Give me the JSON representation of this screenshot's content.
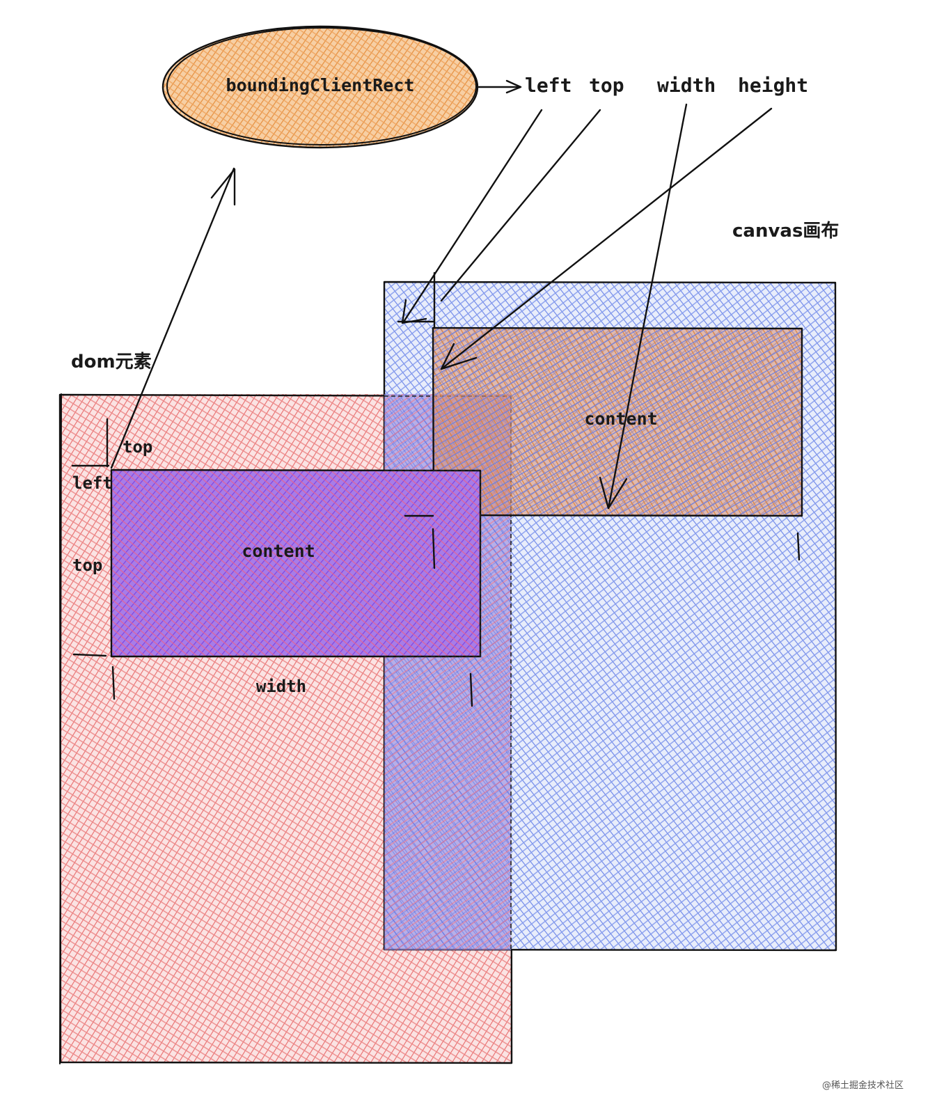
{
  "ellipse": {
    "label": "boundingClientRect",
    "fill": "#f0a55c"
  },
  "properties": {
    "left": "left",
    "top": "top",
    "width": "width",
    "height": "height"
  },
  "canvas": {
    "label": "canvas画布",
    "fill": "#6b86e8",
    "content_label": "content",
    "content_fill": "#f0a55c"
  },
  "dom": {
    "label": "dom元素",
    "fill": "#ee7f7f",
    "content_label": "content",
    "content_fill": "#9a5ce8",
    "dim_top": "top",
    "dim_left": "left",
    "dim_top_side": "top",
    "dim_width": "width"
  },
  "watermark": "@稀土掘金技术社区"
}
